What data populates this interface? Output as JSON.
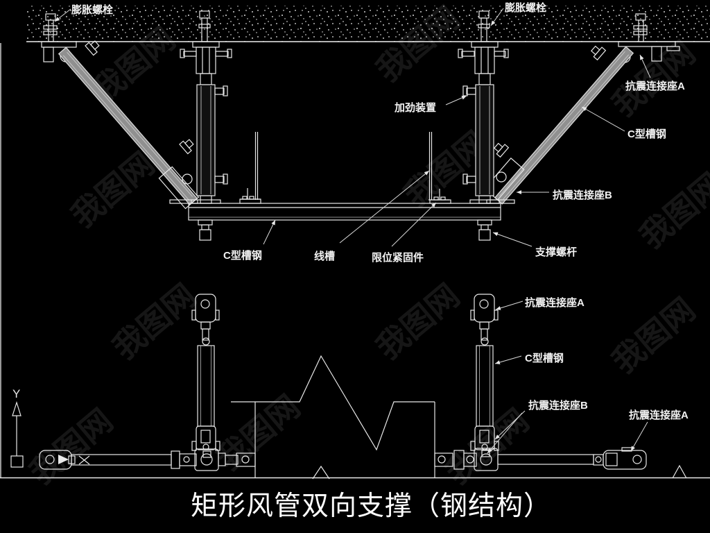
{
  "title": {
    "text": "矩形风管双向支撑（钢结构）"
  },
  "ucs": {
    "axis_label": "Y"
  },
  "watermark": {
    "text": "我图网"
  },
  "colors": {
    "background": "#000000",
    "line": "#e9e9e9",
    "brace_fill": "#909090",
    "label_text": "#f2f2f2"
  },
  "labels": {
    "expansion_bolt_left": "膨胀螺栓",
    "expansion_bolt_right": "膨胀螺栓",
    "seismic_seat_a_upper": "抗震连接座A",
    "c_channel_upper": "C型槽钢",
    "stiffener": "加劲装置",
    "seismic_seat_b_upper": "抗震连接座B",
    "c_channel_lower": "C型槽钢",
    "wire_trough": "线槽",
    "limit_fastener": "限位紧固件",
    "support_rod": "支撑螺杆",
    "plan_seat_a_top": "抗震连接座A",
    "plan_c_channel": "C型槽钢",
    "plan_seat_b": "抗震连接座B",
    "plan_seat_a_right": "抗震连接座A"
  }
}
